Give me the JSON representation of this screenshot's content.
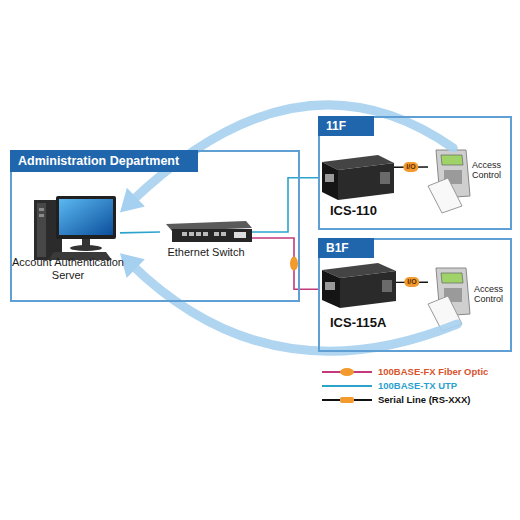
{
  "diagram": {
    "nodes": [
      {
        "text": [
          "Administration Department"
        ]
      },
      {
        "text": [
          "Account Authentication Server"
        ],
        "in": 0
      },
      {
        "text": [
          "Ethernet Switch"
        ],
        "in": 0
      },
      {
        "text": [
          "11F"
        ]
      },
      {
        "text": [
          "ICS-110"
        ],
        "in": 3
      },
      {
        "text": [
          "Access Control"
        ],
        "in": 3
      },
      {
        "text": [
          "B1F"
        ]
      },
      {
        "text": [
          "ICS-115A"
        ],
        "in": 6
      },
      {
        "text": [
          "Access Control"
        ],
        "in": 6
      }
    ],
    "edges": [
      {
        "from": 2,
        "to": 1,
        "arrow": "none"
      },
      {
        "from": 2,
        "to": 4,
        "arrow": "none"
      },
      {
        "from": 2,
        "to": 7,
        "arrow": "none"
      },
      {
        "from": 4,
        "to": 5,
        "label": "I/O",
        "arrow": "none"
      },
      {
        "from": 7,
        "to": 8,
        "label": "I/O",
        "arrow": "none"
      },
      {
        "from": 5,
        "to": 1,
        "arrow": "to"
      },
      {
        "from": 8,
        "to": 1,
        "arrow": "to"
      }
    ],
    "legend": [
      {
        "text": "100BASE-FX Fiber Optic"
      },
      {
        "text": "100BASE-TX UTP"
      },
      {
        "text": "Serial Line (RS-XXX)"
      }
    ]
  }
}
